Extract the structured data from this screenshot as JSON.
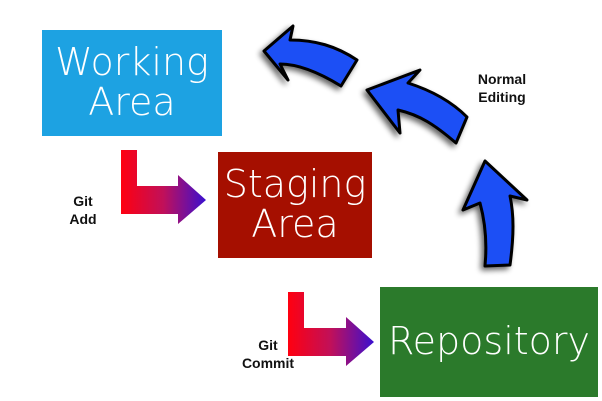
{
  "boxes": {
    "working": {
      "line1": "Working",
      "line2": "Area"
    },
    "staging": {
      "line1": "Staging",
      "line2": "Area"
    },
    "repository": {
      "label": "Repository"
    }
  },
  "labels": {
    "git_add": {
      "line1": "Git",
      "line2": "Add"
    },
    "git_commit": {
      "line1": "Git",
      "line2": "Commit"
    },
    "normal_editing": {
      "line1": "Normal",
      "line2": "Editing"
    }
  },
  "colors": {
    "working": "#1da2e2",
    "staging": "#a50f00",
    "repository": "#2b7a2b",
    "cycle_arrow": "#1e4ff5",
    "step_arrow_start": "#ff0010",
    "step_arrow_end": "#3a10d0"
  }
}
